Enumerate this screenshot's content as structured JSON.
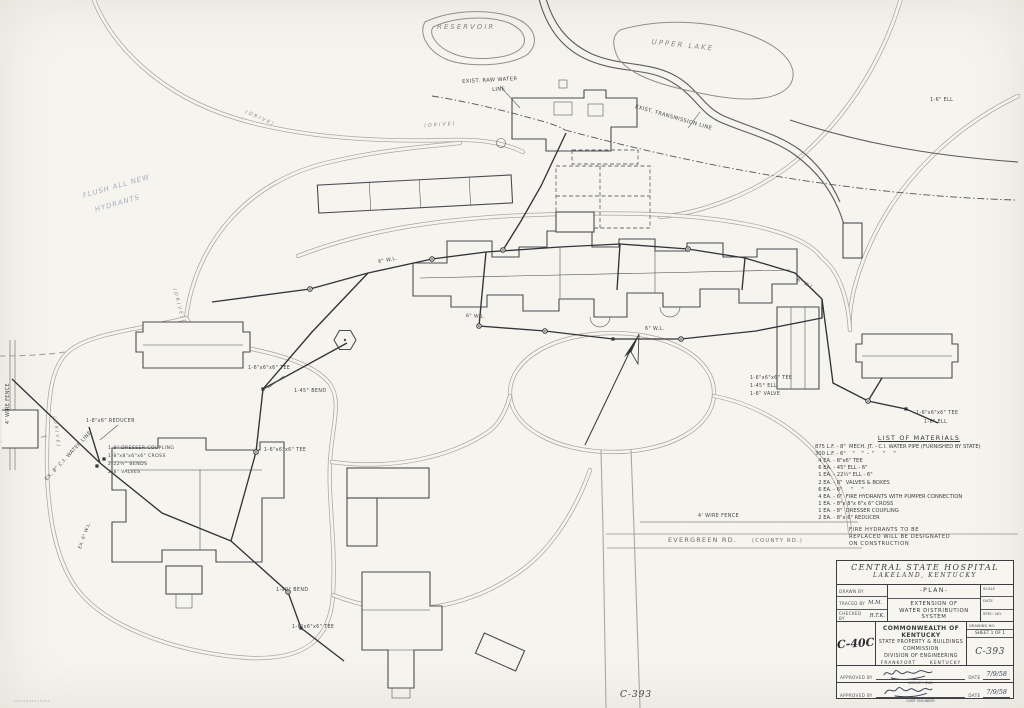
{
  "annotations": [
    "RESERVOIR",
    "UPPER LAKE",
    "EXIST. RAW WATER",
    "LINE",
    "EXIST. TRANSMISSION LINE",
    "EVERGREEN RD.",
    "(COUNTY RD.)",
    "4' WIRE FENCE",
    "4' WIRE FENCE",
    "EX. 8\" C.I. WATER LINE",
    "1-8\"x6\" REDUCER",
    "1-8\" DRESSER COUPLING",
    "1-8\"x8\"x6\"x6\" CROSS",
    "2-22½° BENDS",
    "2-8\" VALVES",
    "1-6\"x6\"x6\" TEE",
    "1-45° BEND",
    "1-6\"x6\"x6\" TEE",
    "1-90° BEND",
    "1-6\"x6\"x6\" TEE",
    "1-6\"x6\"x6\" TEE",
    "1-45° ELL",
    "1-6\" VALVE",
    "1-6\"x6\"x6\" TEE",
    "1-6\" ELL",
    "1-6\" ELL",
    "6\" W.L.",
    "6\" W.L.",
    "6\" W.L.",
    "6\" W.L.",
    "(DRIVE)",
    "(DRIVE)",
    "(DRIVE)",
    "(DRIVE)",
    "FLUSH ALL NEW",
    "HYDRANTS",
    "EX. 6\" W.L."
  ],
  "materials": {
    "title": "LIST OF MATERIALS",
    "items": [
      "875 L.F. - 8\"  MECH. JT. - C.I. WATER PIPE (FURNISHED BY STATE)",
      "300 L.F. - 6\"    \"    \"  -  \"     \"     \"",
      "  4 EA. - 8\"x6\" TEE",
      "  6 EA. - 45° ELL - 6\"",
      "  1 EA. - 22½° ELL - 6\"",
      "  2 EA. - 8\"  VALVES & BOXES",
      "  6 EA. - 6\"     \"     \"",
      "  4 EA. - 6\"  FIRE HYDRANTS WITH PUMPER CONNECTION",
      "  1 EA. - 8\"x 8\"x 6\"x 6\" CROSS",
      "  1 EA. - 8\"  DRESSER COUPLING",
      "  2 EA. - 8\"x 6\" REDUCER"
    ],
    "note_line1": "FIRE HYDRANTS TO BE",
    "note_line2": "REPLACED WILL BE DESIGNATED",
    "note_line3": "ON CONSTRUCTION"
  },
  "title_block": {
    "name_line1": "CENTRAL STATE HOSPITAL",
    "name_line2": "LAKELAND, KENTUCKY",
    "drawn_by_label": "DRAWN BY",
    "traced_by_label": "TRACED BY",
    "traced_by_value": "M.M.",
    "checked_by_label": "CHECKED BY",
    "checked_by_value": "R.T.K.",
    "plan_label": "-PLAN-",
    "project_line1": "EXTENSION OF",
    "project_line2": "WATER DISTRIBUTION SYSTEM",
    "scale_label": "SCALE",
    "date_col_label": "DATE",
    "spec_label": "SPEC. NO.",
    "stamp": "C-40C",
    "org_line1": "COMMONWEALTH OF KENTUCKY",
    "org_line2": "STATE PROPERTY & BUILDINGS",
    "org_line3": "COMMISSION",
    "org_line4": "DIVISION OF ENGINEERING",
    "org_city": "FRANKFORT",
    "org_state": "KENTUCKY",
    "drawing_no_label": "DRAWING NO.",
    "sheet_label": "SHEET 1 OF 1",
    "drawing_no": "C-393",
    "approved_by_label": "APPROVED BY",
    "approver1_title": "AGENCY HEAD",
    "approver2_title": "CHIEF ENGINEER",
    "date_label": "DATE",
    "date1": "7/9/58",
    "date2": "7/9/58"
  },
  "footer": {
    "ref": "C-393"
  }
}
